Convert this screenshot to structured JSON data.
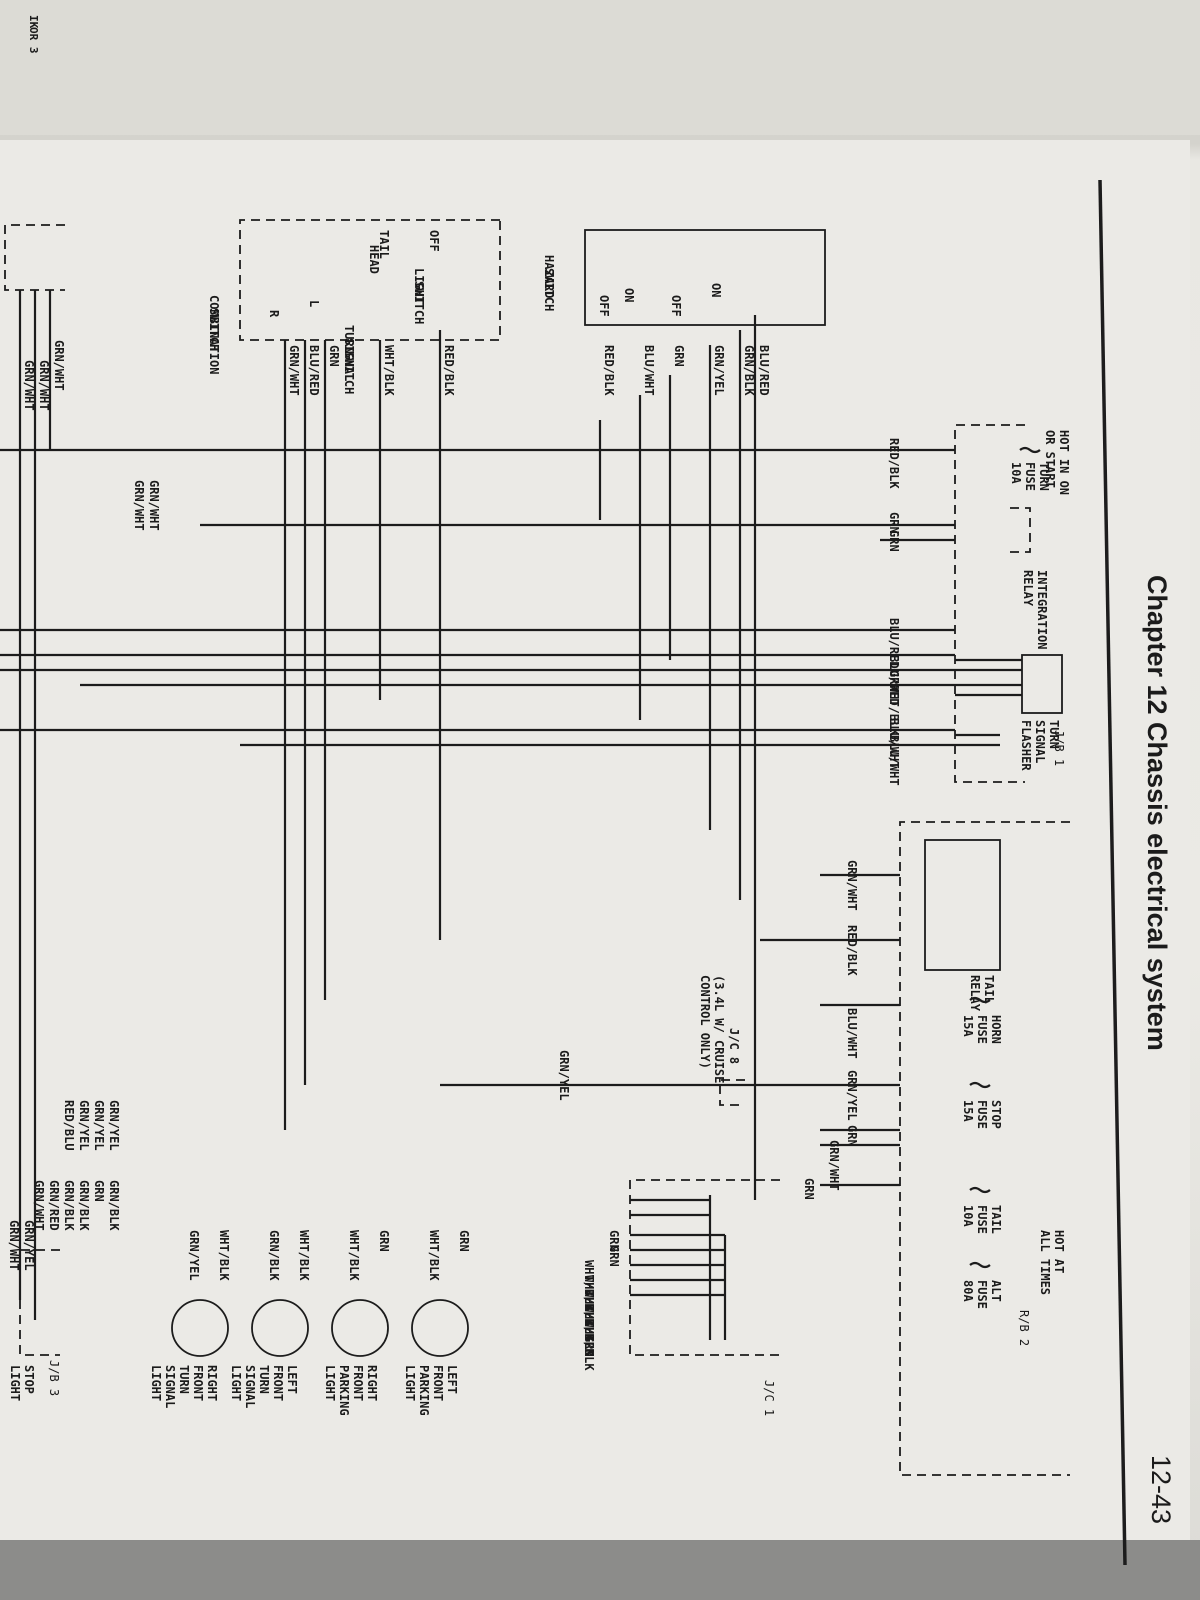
{
  "header": {
    "chapter_title": "Chapter 12  Chassis electrical system",
    "page_number": "12-43"
  },
  "edge_text": [
    "IK",
    "OR 3"
  ],
  "power": {
    "hot_on_start": [
      "HOT IN ON",
      "OR START"
    ],
    "hot_all_times": [
      "HOT AT",
      "ALL TIMES"
    ]
  },
  "junctions": {
    "jb1": "J/B 1",
    "jb2": "R/B 2",
    "jb3": "J/B 3",
    "jc1": "J/C 1",
    "jc8": [
      "J/C 8",
      "(3.4L W/ CRUISE",
      "CONTROL ONLY)"
    ]
  },
  "components": {
    "turn_fuse": [
      "TURN",
      "FUSE",
      "10A"
    ],
    "integration_relay": [
      "INTEGRATION",
      "RELAY"
    ],
    "turn_signal_flasher": [
      "TURN",
      "SIGNAL",
      "FLASHER"
    ],
    "tail_relay": [
      "TAIL",
      "RELAY"
    ],
    "horn_fuse": [
      "HORN",
      "FUSE",
      "15A"
    ],
    "stop_fuse": [
      "STOP",
      "FUSE",
      "15A"
    ],
    "tail_fuse": [
      "TAIL",
      "FUSE",
      "10A"
    ],
    "alt_fuse": [
      "ALT",
      "FUSE",
      "80A"
    ],
    "hazard_switch": [
      "HAZARD",
      "SWITCH"
    ],
    "combination_switch": [
      "COMBINATION",
      "SWITCH"
    ],
    "light_switch": [
      "LIGHT",
      "SWITCH"
    ],
    "turn_signal_switch": [
      "TURN",
      "SIGNAL",
      "SWITCH"
    ],
    "left_front_parking": [
      "LEFT",
      "FRONT",
      "PARKING",
      "LIGHT"
    ],
    "right_front_parking": [
      "RIGHT",
      "FRONT",
      "PARKING",
      "LIGHT"
    ],
    "left_front_turn": [
      "LEFT",
      "FRONT",
      "TURN",
      "SIGNAL",
      "LIGHT"
    ],
    "right_front_turn": [
      "RIGHT",
      "FRONT",
      "TURN",
      "SIGNAL",
      "LIGHT"
    ],
    "stop_light": [
      "STOP",
      "LIGHT"
    ]
  },
  "switch_positions": {
    "off": "OFF",
    "on": "ON",
    "tail": "TAIL",
    "head": "HEAD",
    "l": "L",
    "r": "R"
  },
  "wire_labels": {
    "hazard_out": [
      "BLU/RED",
      "GRN/BLK",
      "GRN/YEL",
      "GRN",
      "BLU/WHT",
      "RED/BLK"
    ],
    "combo_out": [
      "RED/BLK",
      "WHT/BLK",
      "GRN",
      "BLU/RED",
      "GRN/WHT"
    ],
    "jb1_in": [
      "RED/BLK",
      "GRN",
      "GRN",
      "BLU/RED",
      "BLU/RED",
      "GRN",
      "WHT/BLK",
      "BLU/WHT",
      "BLU/WHT"
    ],
    "rb2_in": [
      "GRN/WHT",
      "RED/BLK",
      "BLU/WHT",
      "GRN/YEL",
      "GRN",
      "GRN/WHT",
      "GRN"
    ],
    "jc8_in": "GRN/YEL",
    "jc1_in": [
      "GRN",
      "GRN",
      "WHT/BLK",
      "WHT/BLK",
      "WHT/BLK",
      "WHT/BLK",
      "WHT/BLK",
      "GRN"
    ],
    "lamps": [
      "GRN",
      "WHT/BLK",
      "GRN",
      "WHT/BLK",
      "WHT/BLK",
      "GRN/BLK",
      "WHT/BLK",
      "GRN/YEL"
    ],
    "jb3_in": [
      "GRN/BLK",
      "GRN",
      "GRN/BLK",
      "GRN/BLK",
      "GRN/RED",
      "GRN/WHT",
      "GRN/YEL",
      "GRN/YEL",
      "GRN/YEL",
      "RED/BLU"
    ],
    "lower_left": [
      "GRN/WHT",
      "GRN/WHT",
      "GRN/WHT"
    ],
    "mid_left": [
      "GRN/WHT",
      "GRN/WHT"
    ],
    "stop_feed": [
      "GRN/YEL",
      "GRN/WHT"
    ]
  }
}
